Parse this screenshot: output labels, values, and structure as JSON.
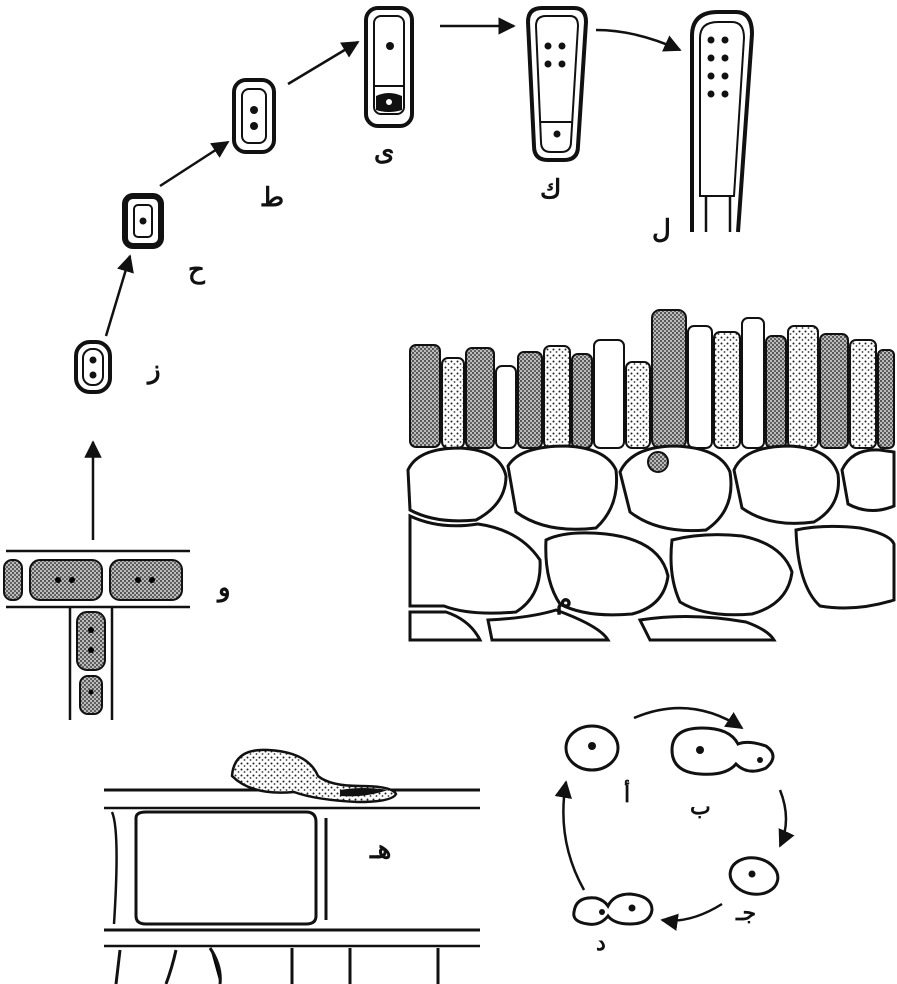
{
  "labels": {
    "a": "أ",
    "b": "ب",
    "j": "جـ",
    "d": "د",
    "h": "هـ",
    "w": "و",
    "z": "ز",
    "ha": "ح",
    "ta": "ط",
    "y": "ى",
    "k": "ك",
    "l": "ل",
    "m": "م"
  },
  "colors": {
    "ink": "#111111",
    "paper": "#ffffff"
  }
}
